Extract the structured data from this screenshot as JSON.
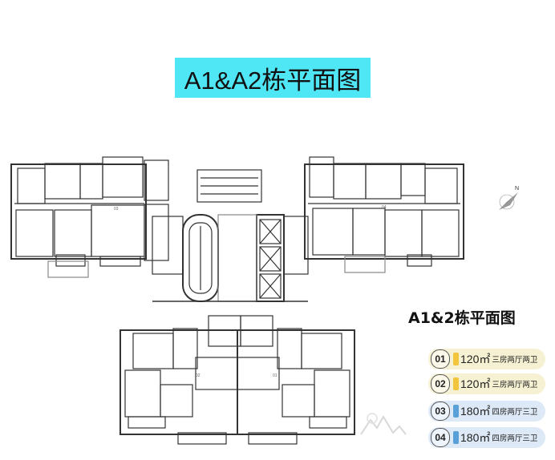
{
  "title": "A1&A2栋平面图",
  "subtitle": "A1&2栋平面图",
  "colors": {
    "banner": "#4fe6f5",
    "wall": "#333333",
    "legend_01": "#f6f1d2",
    "legend_02": "#f6f1d2",
    "legend_03": "#dde9f6",
    "legend_04": "#dde9f6",
    "tag_01": "#f2c53d",
    "tag_02": "#f2c53d",
    "tag_03": "#5aa0d8",
    "tag_04": "#5aa0d8"
  },
  "unit_labels": [
    "03",
    "04",
    "02",
    "01"
  ],
  "legend": [
    {
      "num": "01",
      "area": "120㎡",
      "desc": "三房两厅两卫"
    },
    {
      "num": "02",
      "area": "120㎡",
      "desc": "三房两厅两卫"
    },
    {
      "num": "03",
      "area": "180㎡",
      "desc": "四房两厅三卫"
    },
    {
      "num": "04",
      "area": "180㎡",
      "desc": "四房两厅三卫"
    }
  ],
  "compass_label": "N"
}
